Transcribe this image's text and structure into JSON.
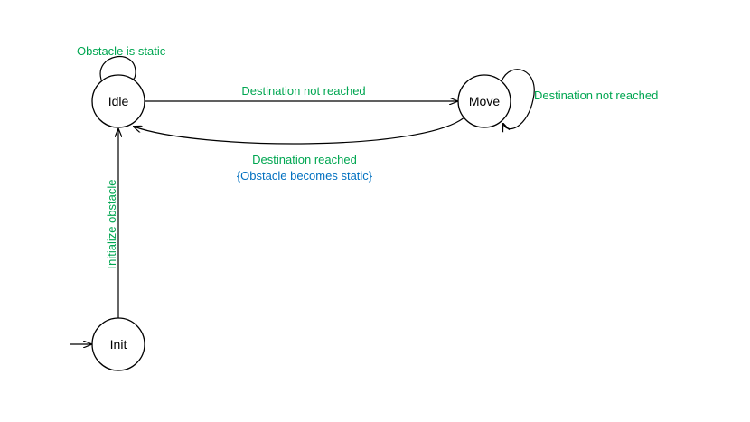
{
  "colors": {
    "transition_label": "#00a651",
    "guard_label": "#0070c0",
    "line": "#000000"
  },
  "states": {
    "idle": "Idle",
    "move": "Move",
    "init": "Init"
  },
  "transitions": {
    "idle_self": "Obstacle is static",
    "idle_to_move": "Destination not reached",
    "move_self": "Destination not reached",
    "move_to_idle": "Destination reached",
    "move_to_idle_action": "{Obstacle becomes static}",
    "init_to_idle": "Initialize obstacle"
  }
}
